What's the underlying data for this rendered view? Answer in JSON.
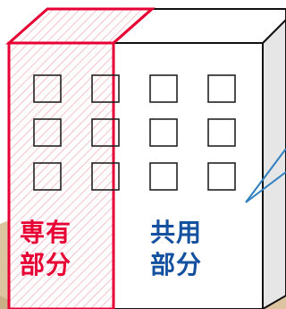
{
  "labels": {
    "private_line1": "専有",
    "private_line2": "部分",
    "common_line1": "共用",
    "common_line2": "部分"
  },
  "colors": {
    "private": "#e60033",
    "common": "#1450a0",
    "ground": "#dcc4a0",
    "outline": "#111111",
    "side_face": "#e6e6e6",
    "callout": "#2f7fc1"
  }
}
